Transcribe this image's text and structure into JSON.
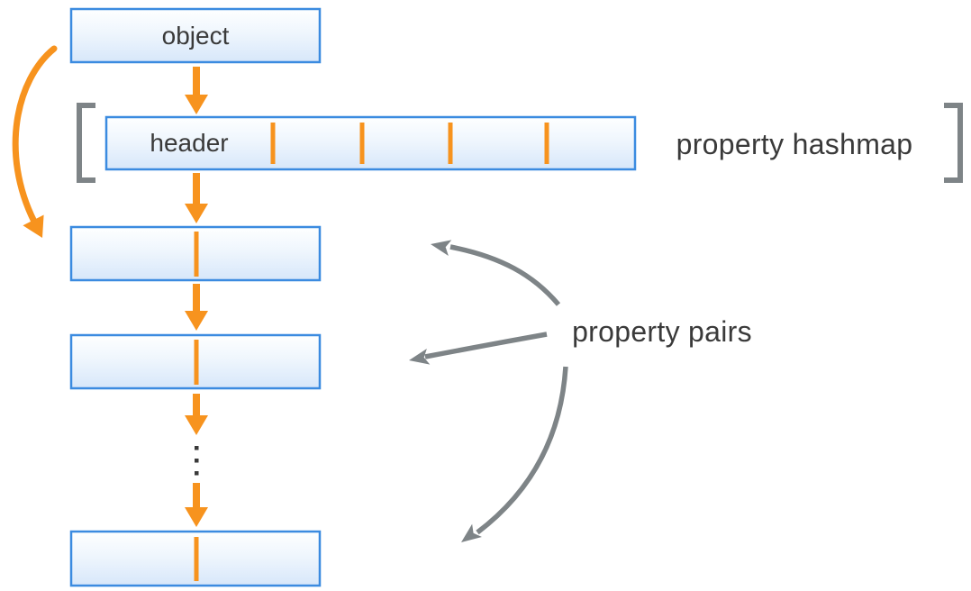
{
  "diagram": {
    "object_box": {
      "label": "object"
    },
    "hashmap": {
      "header_label": "header",
      "annotation": "property hashmap",
      "cell_count": 5
    },
    "property_pairs": {
      "annotation": "property pairs",
      "box_count": 3,
      "cells_per_box": 2
    },
    "ellipsis": "⋮",
    "colors": {
      "accent_orange": "#f7931e",
      "box_border_blue": "#3b8be0",
      "box_fill_top": "#feffff",
      "box_fill_bottom": "#d7e7fa",
      "arrow_gray": "#7e8487",
      "text_color": "#3a3a3a"
    }
  }
}
